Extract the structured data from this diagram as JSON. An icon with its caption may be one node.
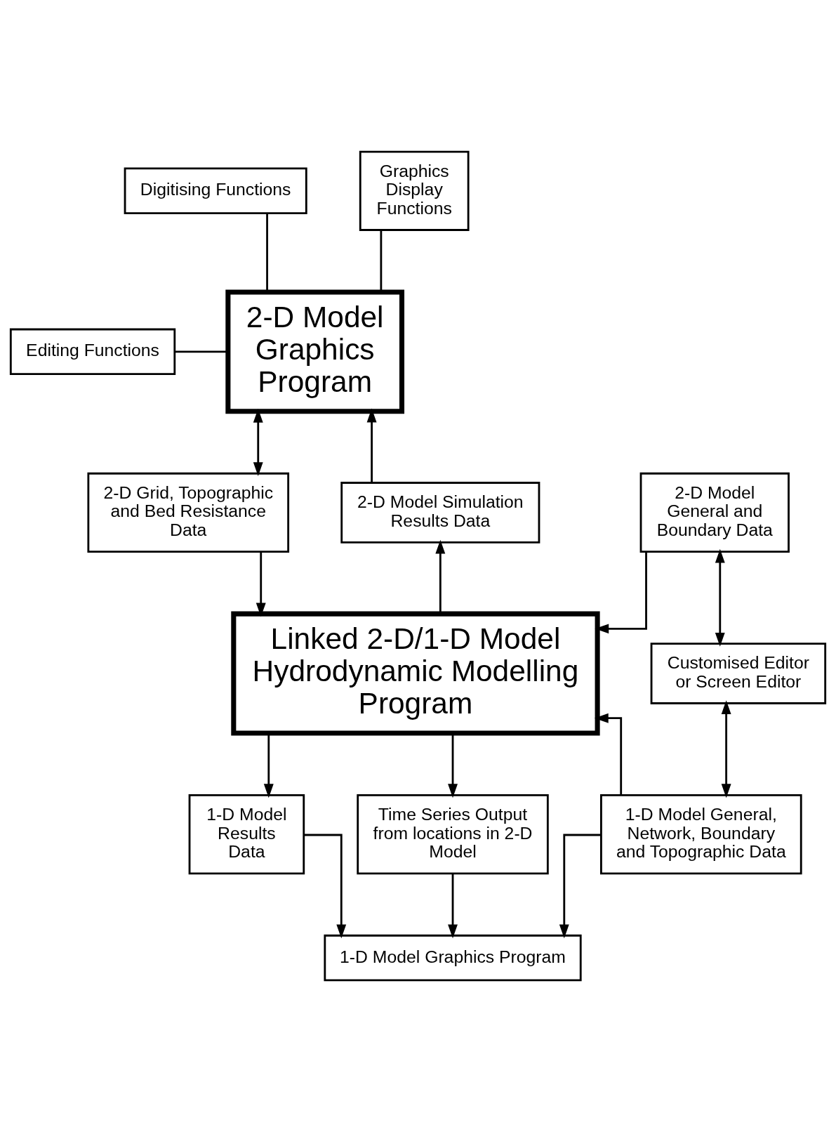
{
  "diagram": {
    "nodes": [
      {
        "text": [
          "Digitising Functions"
        ]
      },
      {
        "text": [
          "Graphics Display Functions"
        ]
      },
      {
        "text": [
          "2-D Model Graphics Program"
        ]
      },
      {
        "text": [
          "Editing Functions"
        ]
      },
      {
        "text": [
          "2-D Model General and Boundary Data"
        ]
      },
      {
        "text": [
          "2-D Grid, Topographic and Bed Resistance Data"
        ]
      },
      {
        "text": [
          "2-D Model Simulation Results Data"
        ]
      },
      {
        "text": [
          "Customised Editor or Screen Editor"
        ]
      },
      {
        "text": [
          "Linked 2-D/1-D Model Hydrodynamic Modelling Program"
        ]
      },
      {
        "text": [
          "1-D Model General, Network, Boundary and Topographic Data"
        ]
      },
      {
        "text": [
          "1-D Model Results Data"
        ]
      },
      {
        "text": [
          "Time Series Output from locations in 2-D Model"
        ]
      },
      {
        "text": [
          "1-D Model Graphics Program"
        ]
      }
    ],
    "edges": [
      {
        "from": 0,
        "to": 2,
        "arrow": "none"
      },
      {
        "from": 1,
        "to": 2,
        "arrow": "none"
      },
      {
        "from": 3,
        "to": 2,
        "arrow": "none"
      },
      {
        "from": 2,
        "to": 5,
        "arrow": "both"
      },
      {
        "from": 6,
        "to": 2,
        "arrow": "to"
      },
      {
        "from": 4,
        "to": 8,
        "arrow": "to"
      },
      {
        "from": 5,
        "to": 8,
        "arrow": "to"
      },
      {
        "from": 4,
        "to": 7,
        "arrow": "both"
      },
      {
        "from": 7,
        "to": 9,
        "arrow": "both"
      },
      {
        "from": 9,
        "to": 8,
        "arrow": "to"
      },
      {
        "from": 8,
        "to": 6,
        "arrow": "to"
      },
      {
        "from": 8,
        "to": 11,
        "arrow": "to"
      },
      {
        "from": 8,
        "to": 10,
        "arrow": "to"
      },
      {
        "from": 9,
        "to": 12,
        "arrow": "to"
      },
      {
        "from": 10,
        "to": 12,
        "arrow": "to"
      },
      {
        "from": 11,
        "to": 12,
        "arrow": "to"
      }
    ]
  }
}
